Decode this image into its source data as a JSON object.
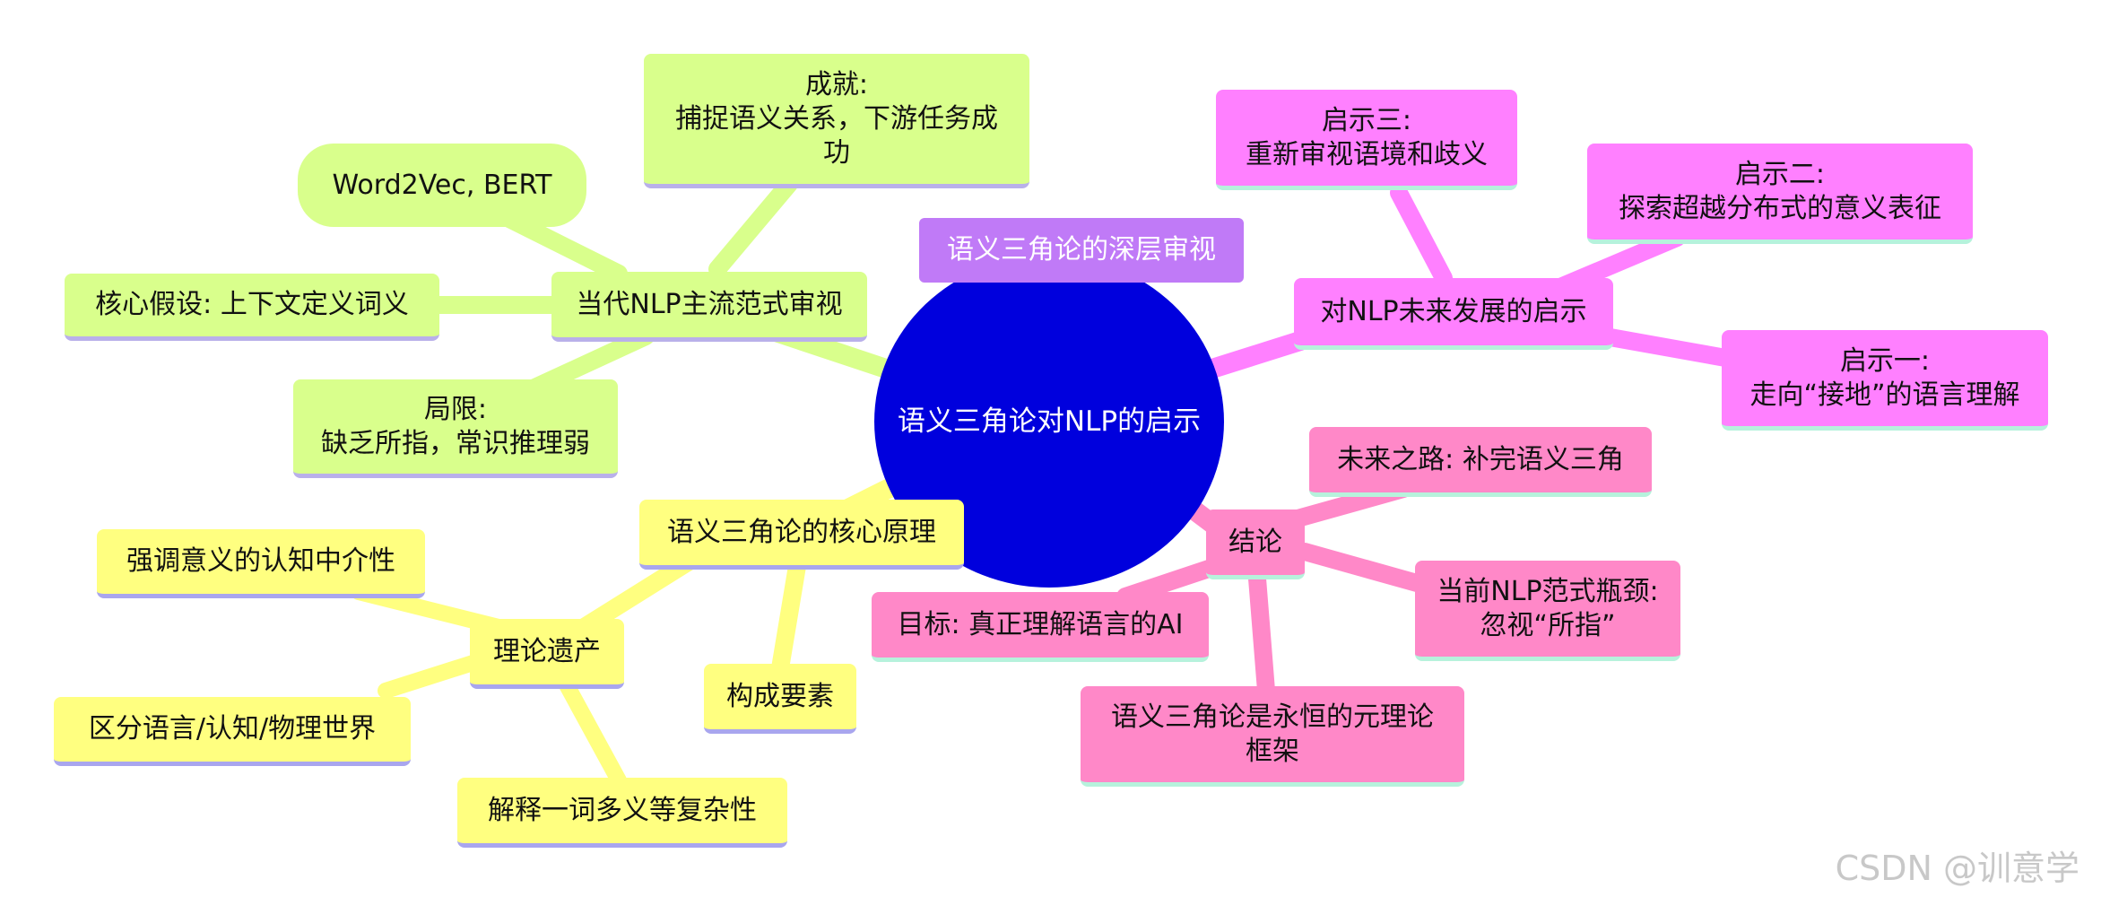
{
  "diagram": {
    "center": "语义三角论对NLP的启示",
    "title_box": "语义三角论的深层审视",
    "branches": {
      "contemporary": {
        "label": "当代NLP主流范式审视",
        "achievement": "成就:\n捕捉语义关系，下游任务成\n功",
        "models": "Word2Vec, BERT",
        "hypothesis": "核心假设: 上下文定义词义",
        "limitation": "局限:\n缺乏所指，常识推理弱"
      },
      "core": {
        "label": "语义三角论的核心原理",
        "legacy": "理论遗产",
        "emphasis": "强调意义的认知中介性",
        "distinguish": "区分语言/认知/物理世界",
        "explain": "解释一词多义等复杂性",
        "elements": "构成要素"
      },
      "future": {
        "label": "对NLP未来发展的启示",
        "insight3": "启示三:\n重新审视语境和歧义",
        "insight2": "启示二:\n探索超越分布式的意义表征",
        "insight1": "启示一:\n走向“接地”的语言理解"
      },
      "conclusion": {
        "label": "结论",
        "path": "未来之路: 补完语义三角",
        "bottleneck": "当前NLP范式瓶颈:\n忽视“所指”",
        "goal": "目标: 真正理解语言的AI",
        "eternal": "语义三角论是永恒的元理论\n框架"
      }
    },
    "colors": {
      "green": "#d9ff8c",
      "yellow": "#ffff80",
      "magenta": "#ff80ff",
      "pink": "#ff88c8",
      "purple": "#c07af7",
      "center": "#0000dd"
    }
  },
  "watermark": "CSDN @训意学"
}
